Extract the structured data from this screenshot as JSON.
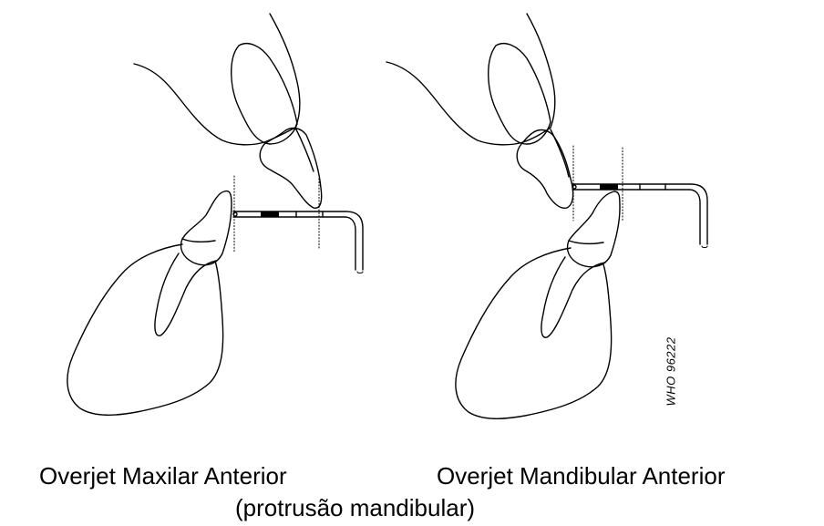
{
  "captions": {
    "left": "Overjet Maxilar Anterior",
    "right": "Overjet Mandibular Anterior",
    "bottom": "(protrusão mandibular)"
  },
  "stamp": "WHO 96222",
  "colors": {
    "line": "#000000",
    "background": "#ffffff"
  }
}
